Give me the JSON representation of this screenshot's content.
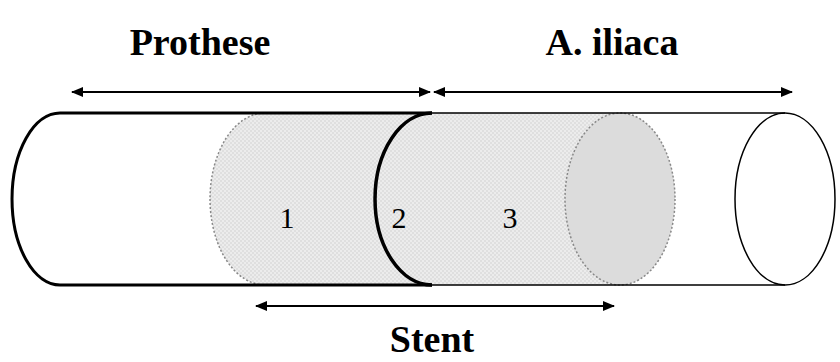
{
  "diagram": {
    "labels": [
      "Prothese",
      "A. iliaca",
      "1",
      "2",
      "3",
      "Stent"
    ]
  }
}
